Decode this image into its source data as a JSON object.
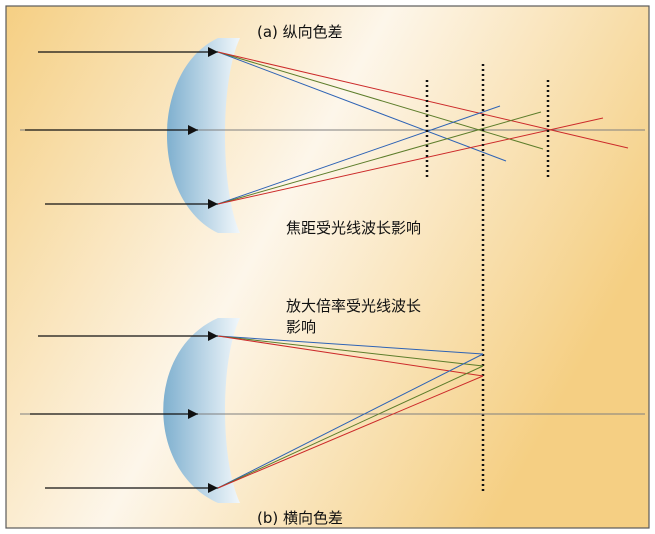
{
  "labels": {
    "title_a": "(a) 纵向色差",
    "focal_caption": "焦距受光线波长影响",
    "mag_caption_line1": "放大倍率受光线波长",
    "mag_caption_line2": "影响",
    "title_b": "(b) 横向色差"
  },
  "colors": {
    "background_light": "#fdf6ea",
    "background_warm": "#f5cf83",
    "frame": "#5a5a5a",
    "lens_dark": "#7fb0cf",
    "lens_light": "#f1f7fb",
    "ray_black": "#111111",
    "ray_red": "#cc2a2a",
    "ray_green": "#5d7d2b",
    "ray_blue": "#2e63b5",
    "axis": "#7f7f7f",
    "dotted_line": "#111111"
  },
  "icons": [
    "arrowhead-icon"
  ]
}
